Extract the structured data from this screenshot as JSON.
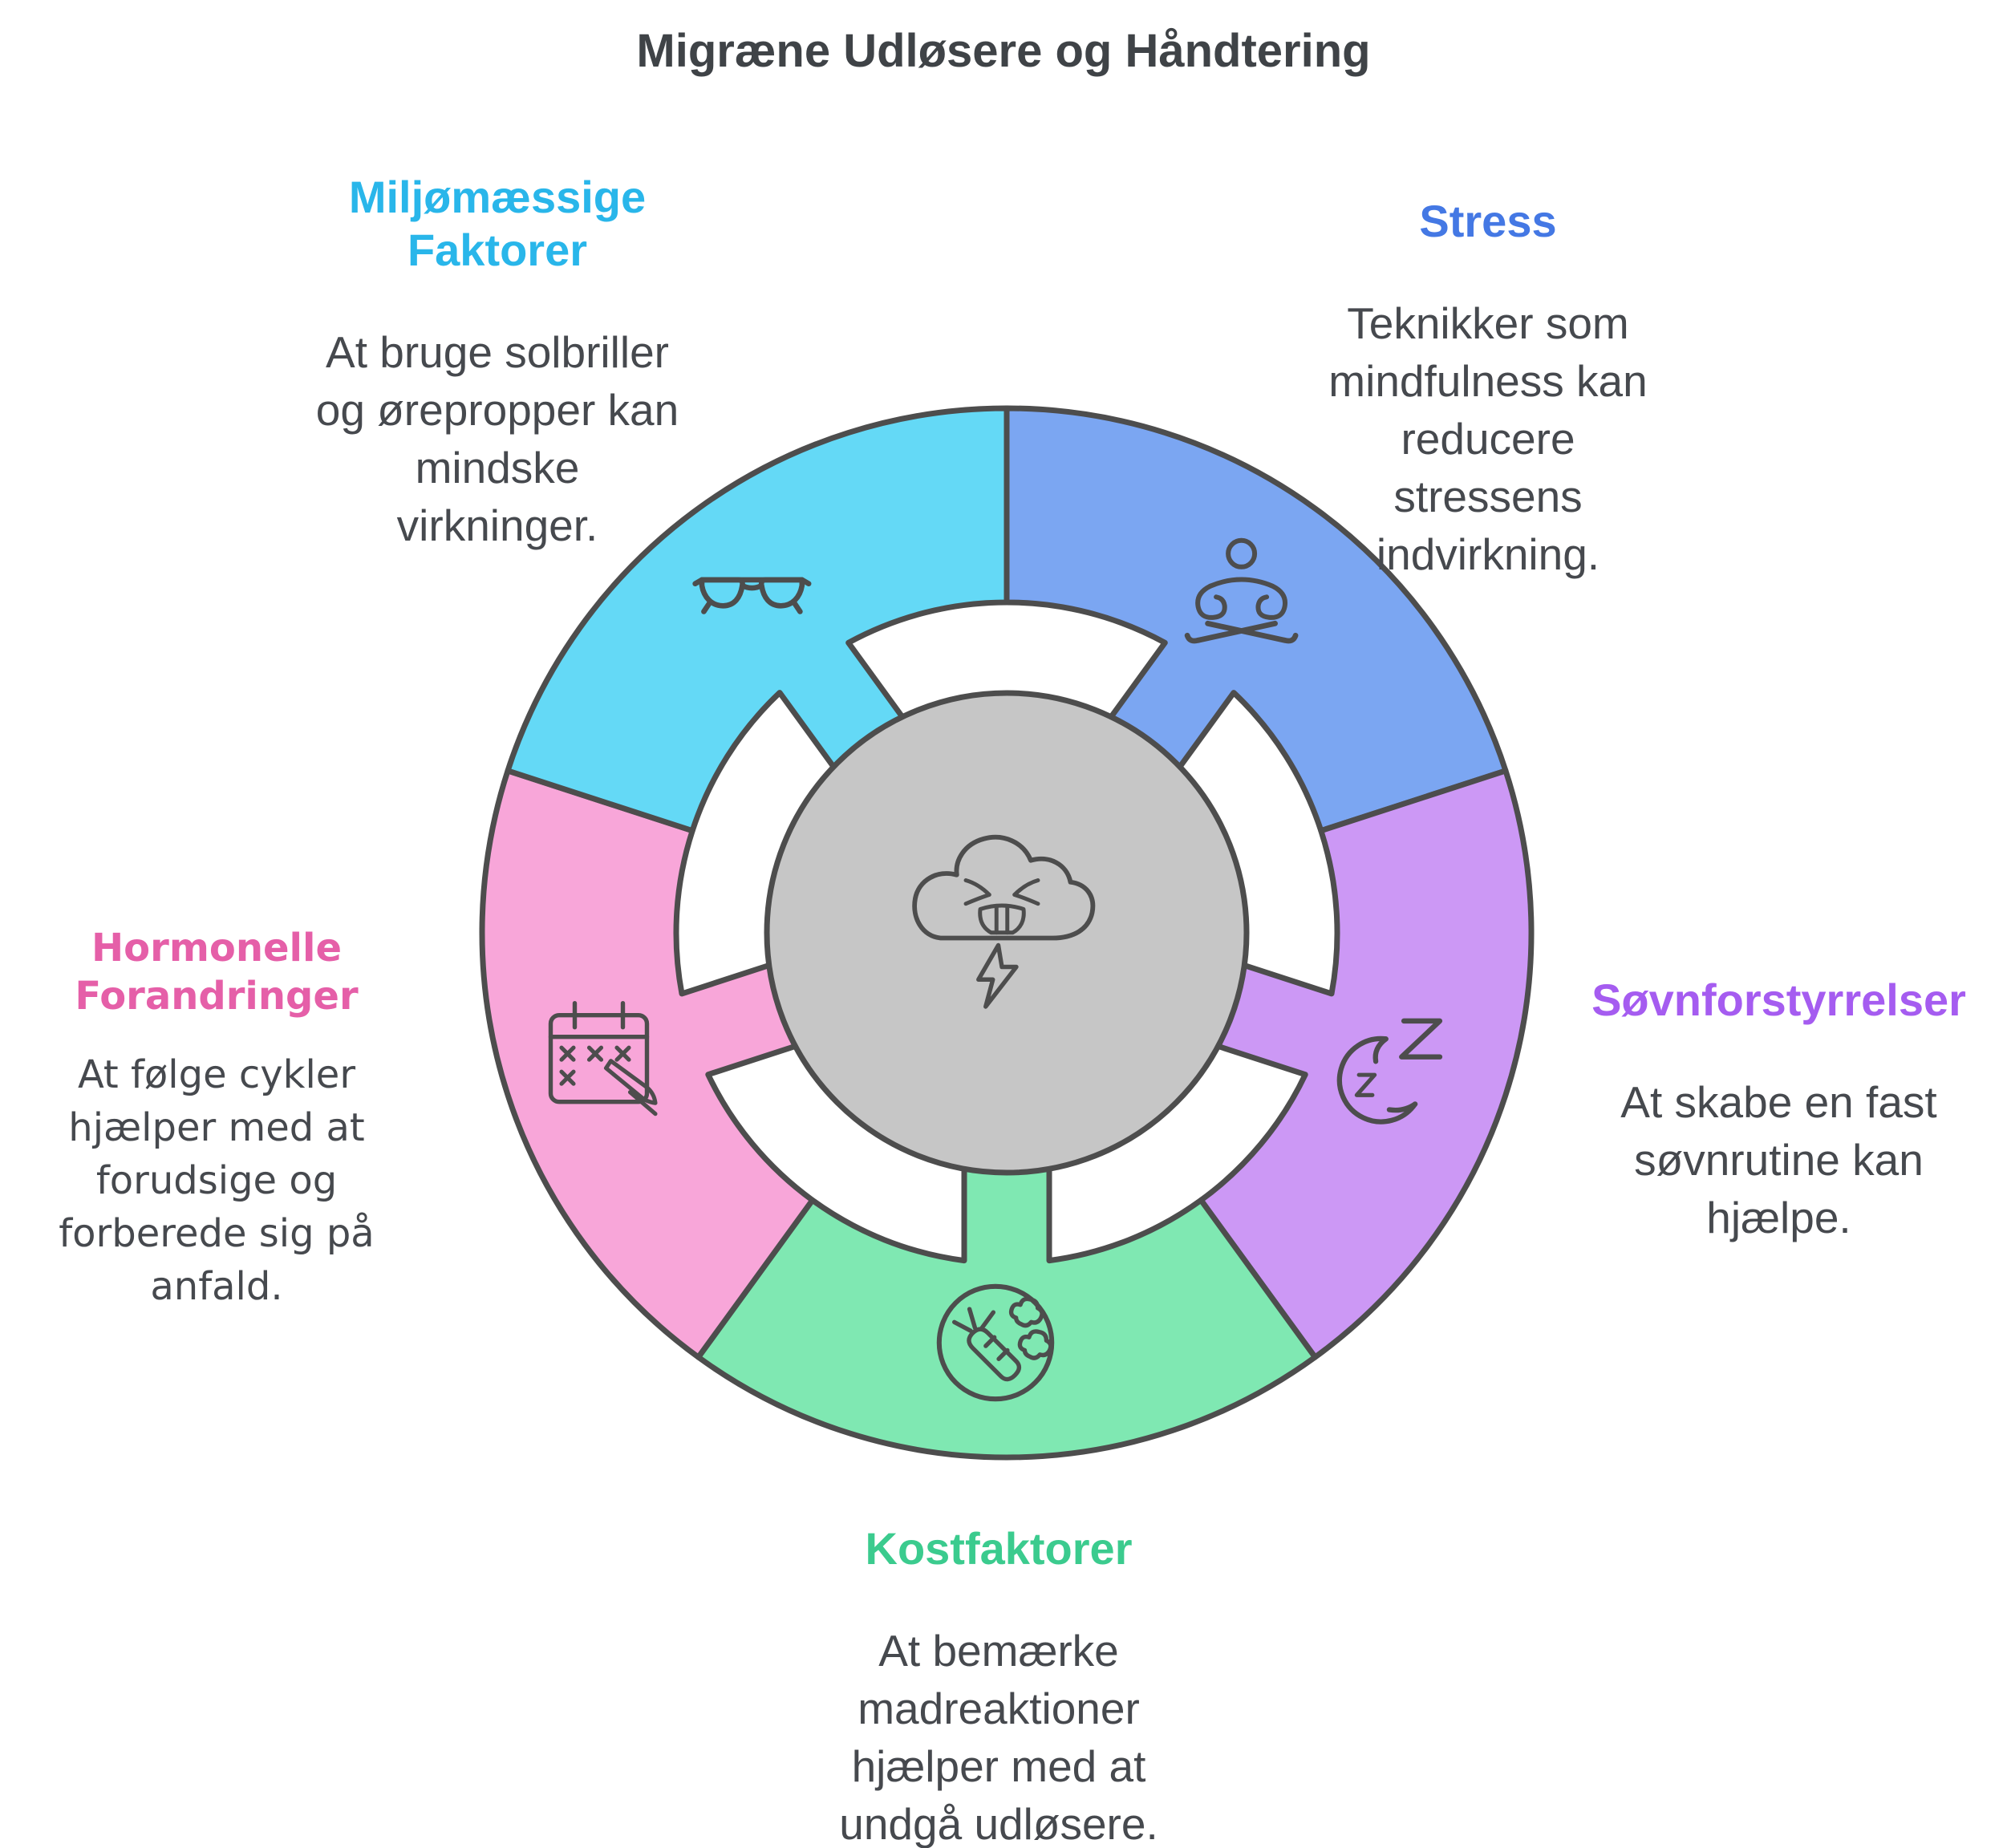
{
  "title": "Migræne Udløsere og Håndtering",
  "title_color": "#3f4347",
  "body_text_color": "#46494e",
  "wheel": {
    "stroke_color": "#4d4d4d",
    "center_fill": "#c6c6c6",
    "center_icon": "angry-storm-cloud-icon"
  },
  "sections": [
    {
      "id": "stress",
      "title": "Stress",
      "heading_color": "#4478e4",
      "segment_fill": "#7ba6f2",
      "icon": "meditation-icon",
      "start_angle": 18,
      "end_angle": 90,
      "description": "Teknikker som\nmindfulness kan\nreducere\nstressens\nindvirkning."
    },
    {
      "id": "sovnforstyrrelser",
      "title": "Søvnforstyrrelser",
      "heading_color": "#a55cf0",
      "segment_fill": "#cc98f5",
      "icon": "sleep-moon-icon",
      "start_angle": -54,
      "end_angle": 18,
      "description": "At skabe en fast\nsøvnrutine kan\nhjælpe."
    },
    {
      "id": "kostfaktorer",
      "title": "Kostfaktorer",
      "heading_color": "#3bcb8e",
      "segment_fill": "#7fe8b2",
      "icon": "vegetables-icon",
      "start_angle": -126,
      "end_angle": -54,
      "description": "At bemærke\nmadreaktioner\nhjælper med at\nundgå udløsere."
    },
    {
      "id": "hormonelle",
      "title": "Hormonelle\nForandringer",
      "heading_color": "#e55fa8",
      "segment_fill": "#f8a6d9",
      "icon": "calendar-pen-icon",
      "start_angle": 162,
      "end_angle": 234,
      "description": "At følge cykler\nhjælper med at\nforudsige og\nforberede sig på\nanfald."
    },
    {
      "id": "miljomaessige",
      "title": "Miljømæssige\nFaktorer",
      "heading_color": "#29b6ea",
      "segment_fill": "#64d9f6",
      "icon": "sunglasses-icon",
      "start_angle": 90,
      "end_angle": 162,
      "description": "At bruge solbriller\nog ørepropper kan\nmindske\nvirkninger."
    }
  ]
}
